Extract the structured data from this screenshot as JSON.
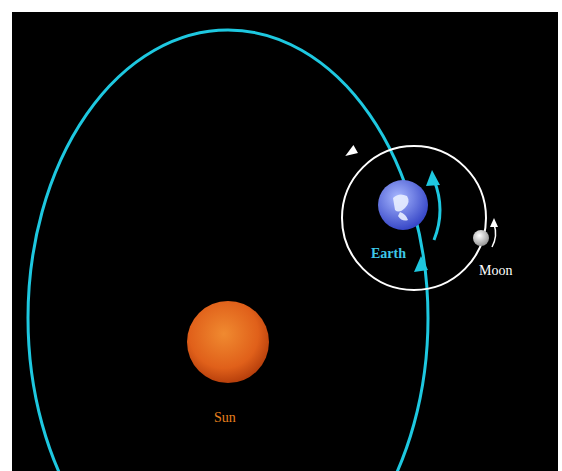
{
  "diagram": {
    "labels": [
      "Earth",
      "Moon",
      "Sun"
    ]
  }
}
